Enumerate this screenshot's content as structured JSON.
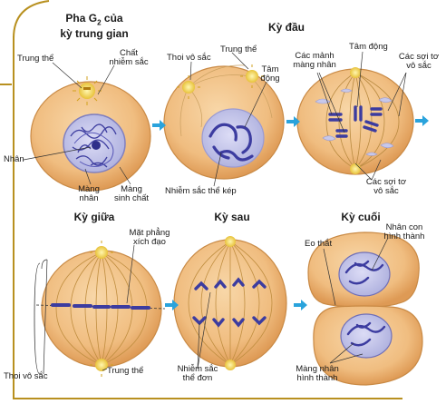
{
  "captions": {
    "g2_line1": "Pha G",
    "g2_sub": "2",
    "g2_line1_tail": " của",
    "g2_line2": "kỳ trung gian",
    "prophase": "Kỳ đầu",
    "metaphase": "Kỳ giữa",
    "anaphase": "Kỳ sau",
    "telophase": "Kỳ cuối"
  },
  "labels": {
    "g2": {
      "centrosome": "Trung thể",
      "chromatin_1": "Chất",
      "chromatin_2": "nhiễm sắc",
      "nucleolus": "Nhân",
      "nuclear_envelope_1": "Màng",
      "nuclear_envelope_2": "nhân",
      "plasma_membrane_1": "Màng",
      "plasma_membrane_2": "sinh chất"
    },
    "prophase": {
      "spindle": "Thoi vô sắc",
      "centrosome": "Trung thể",
      "centromere_1": "Tâm",
      "centromere_2": "động",
      "double_chromosome": "Nhiễm sắc thể kép"
    },
    "prometaphase": {
      "fragments_1": "Các mảnh",
      "fragments_2": "màng nhân",
      "centromere": "Tâm động",
      "fibers_top_1": "Các sợi tơ",
      "fibers_top_2": "vô sắc",
      "fibers_bottom_1": "Các sợi tơ",
      "fibers_bottom_2": "vô sắc"
    },
    "metaphase": {
      "plate_1": "Mặt phẳng",
      "plate_2": "xích đạo",
      "spindle": "Thoi vô sắc",
      "centrosome": "Trung thể"
    },
    "anaphase": {
      "single_chromosome_1": "Nhiễm sắc",
      "single_chromosome_2": "thể đơn"
    },
    "telophase": {
      "furrow": "Eo thắt",
      "new_nucleus_1": "Nhân con",
      "new_nucleus_2": "hình thành",
      "new_envelope_1": "Màng nhân",
      "new_envelope_2": "hình thành"
    }
  },
  "colors": {
    "frame": "#b8901f",
    "cell_fill": "#f2c48a",
    "cell_edge": "#c98a45",
    "nucleus": "#c7c8ea",
    "chromosome": "#4a4aa8",
    "arrow": "#2aa3dc",
    "centrosome": "#f5df62"
  }
}
